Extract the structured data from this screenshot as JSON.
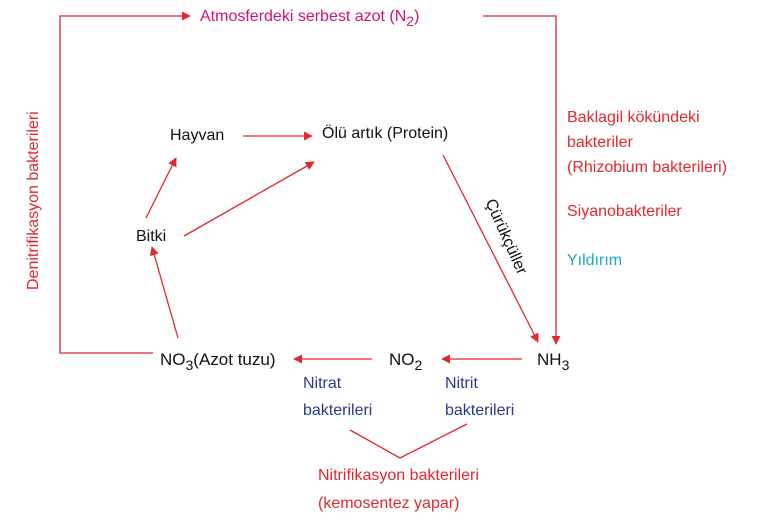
{
  "nodes": {
    "atmosphere": {
      "text": "Atmosferdeki serbest azot (N",
      "sub": "2",
      "close": ")"
    },
    "hayvan": "Hayvan",
    "olu_artik": "Ölü artık (Protein)",
    "bitki": "Bitki",
    "no3": {
      "main": "NO",
      "sub": "3",
      "rest": "(Azot tuzu)"
    },
    "no2": {
      "main": "NO",
      "sub": "2"
    },
    "nh3": {
      "main": "NH",
      "sub": "3"
    }
  },
  "labels": {
    "denitrifikasyon": "Denitrifikasyon bakterileri",
    "curukculer": "Çürükçüller",
    "baklagil": [
      "Baklagil kökündeki",
      "bakteriler",
      "(Rhizobium bakterileri)"
    ],
    "siyanobakteriler": "Siyanobakteriler",
    "yildirim": "Yıldırım",
    "nitrat": [
      "Nitrat",
      "bakterileri"
    ],
    "nitrit": [
      "Nitrit",
      "bakterileri"
    ],
    "nitrifikasyon": [
      "Nitrifikasyon bakterileri",
      "(kemosentez yapar)"
    ]
  },
  "colors": {
    "arrows": "#e0282e",
    "node_text": "#111111",
    "atmosphere_text": "#d0107e",
    "bacteria_text": "#2b3a8f",
    "lightning_text": "#16a6cc",
    "label_text": "#e0282e"
  }
}
